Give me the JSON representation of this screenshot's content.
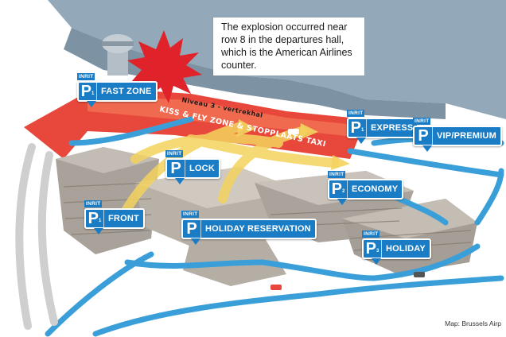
{
  "callout": "The explosion occurred near row 8 in the departures hall, which is the American Airlines counter.",
  "credit": "Map: Brussels Airp",
  "road_labels": {
    "departures_level": "Niveau 3 - vertrekhal",
    "kiss_and_fly": "KISS & FLY ZONE & STOPPLAATS TAXI"
  },
  "parking": [
    {
      "key": "fast_zone",
      "entry": "INRIT",
      "symbol": "P",
      "sub": "1",
      "name": "FAST ZONE"
    },
    {
      "key": "express",
      "entry": "INRIT",
      "symbol": "P",
      "sub": "1",
      "name": "EXPRESS"
    },
    {
      "key": "vip_premium",
      "entry": "INRIT",
      "symbol": "P",
      "sub": "",
      "name": "VIP/PREMIUM"
    },
    {
      "key": "lock",
      "entry": "INRIT",
      "symbol": "P",
      "sub": "",
      "name": "LOCK"
    },
    {
      "key": "economy",
      "entry": "INRIT",
      "symbol": "P",
      "sub": "2",
      "name": "ECONOMY"
    },
    {
      "key": "front",
      "entry": "INRIT",
      "symbol": "P",
      "sub": "1",
      "name": "FRONT"
    },
    {
      "key": "holiday_reservation",
      "entry": "INRIT",
      "symbol": "P",
      "sub": "",
      "name": "HOLIDAY RESERVATION"
    },
    {
      "key": "holiday",
      "entry": "INRIT",
      "symbol": "P",
      "sub": "3",
      "name": "HOLIDAY"
    }
  ],
  "colors": {
    "terminal_roof": "#93a8b8",
    "road_red": "#e8483b",
    "route_blue": "#3a9fd8",
    "sign_blue": "#1a7cc4",
    "arrow_yellow": "#f4d35e",
    "parking_gray": "#a9a29a",
    "explosion": "#e0222a"
  }
}
